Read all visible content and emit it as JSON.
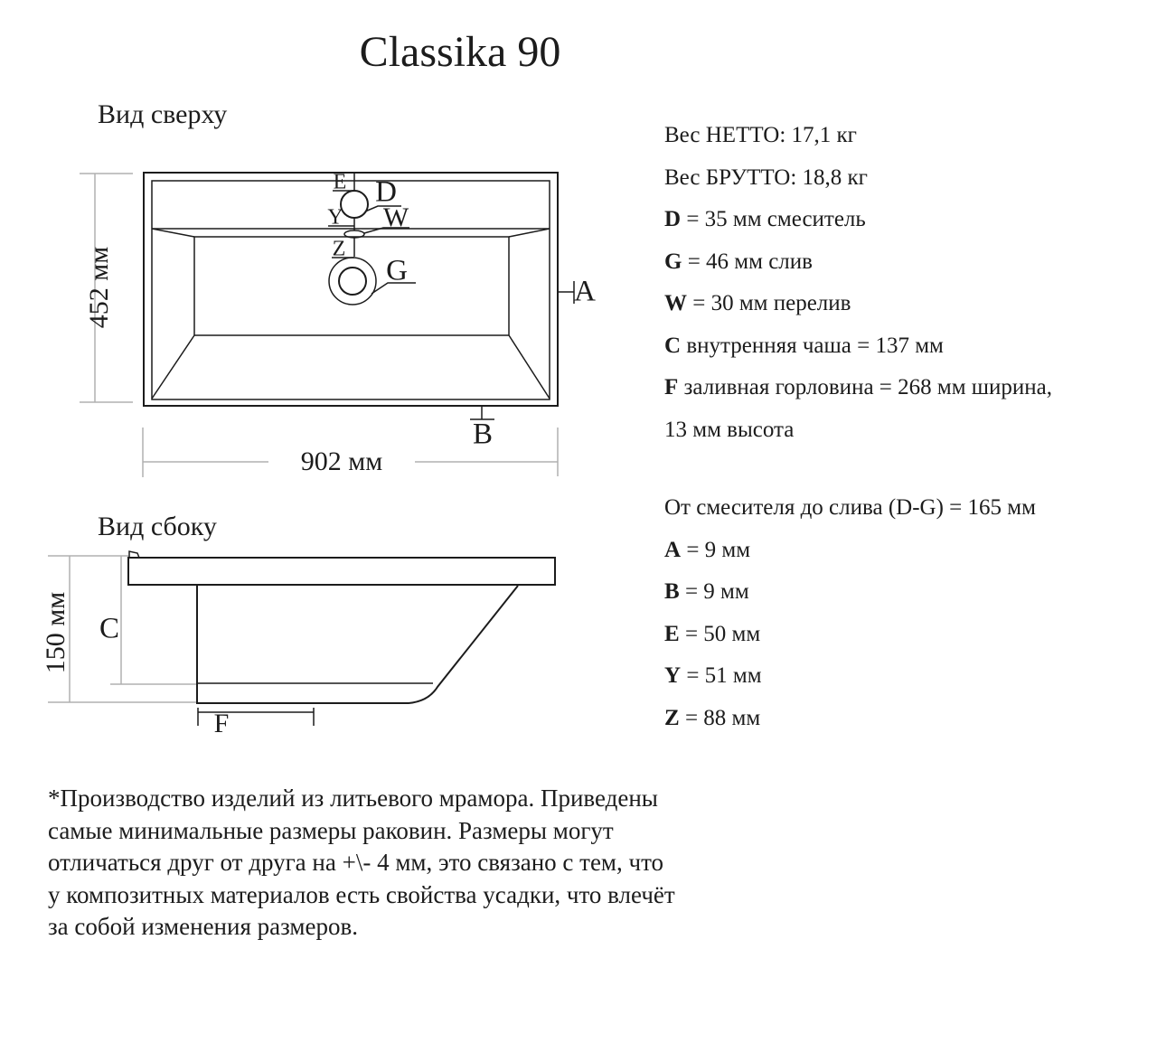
{
  "title": "Classika 90",
  "top_view": {
    "label": "Вид сверху",
    "width_dim": "902 мм",
    "height_dim": "452 мм"
  },
  "side_view": {
    "label": "Вид сбоку",
    "height_dim": "150 мм"
  },
  "drawing_labels": {
    "E": "E",
    "Y": "Y",
    "Z": "Z",
    "D": "D",
    "W": "W",
    "G": "G",
    "A": "A",
    "B": "B",
    "C": "C",
    "F": "F"
  },
  "specs": {
    "block1": [
      {
        "bold": "",
        "rest": "Вес НЕТТО: 17,1 кг"
      },
      {
        "bold": "",
        "rest": "Вес БРУТТО: 18,8 кг"
      },
      {
        "bold": "D",
        "rest": " = 35 мм смеситель"
      },
      {
        "bold": "G",
        "rest": " = 46 мм слив"
      },
      {
        "bold": "W",
        "rest": " = 30 мм перелив"
      },
      {
        "bold": "C",
        "rest": " внутренняя чаша = 137 мм"
      },
      {
        "bold": "F",
        "rest": " заливная горловина = 268 мм ширина,"
      },
      {
        "bold": "",
        "rest": "13 мм высота"
      }
    ],
    "block2": [
      {
        "bold": "",
        "rest": "От смесителя до слива (D-G) = 165 мм"
      },
      {
        "bold": "A",
        "rest": " = 9 мм"
      },
      {
        "bold": "B",
        "rest": " = 9 мм"
      },
      {
        "bold": "E",
        "rest": " = 50 мм"
      },
      {
        "bold": "Y",
        "rest": " = 51 мм"
      },
      {
        "bold": "Z",
        "rest": " = 88 мм"
      }
    ]
  },
  "notes": {
    "lines": [
      "*Производство изделий из литьевого мрамора. Приведены",
      "самые минимальные размеры раковин. Размеры могут",
      "отличаться друг от друга на +\\- 4 мм, это связано с тем, что",
      "у композитных материалов есть свойства усадки, что влечёт",
      "за собой изменения размеров."
    ]
  },
  "colors": {
    "line": "#1c1c1c",
    "dim_line": "#b0b0b0",
    "background": "#ffffff"
  }
}
